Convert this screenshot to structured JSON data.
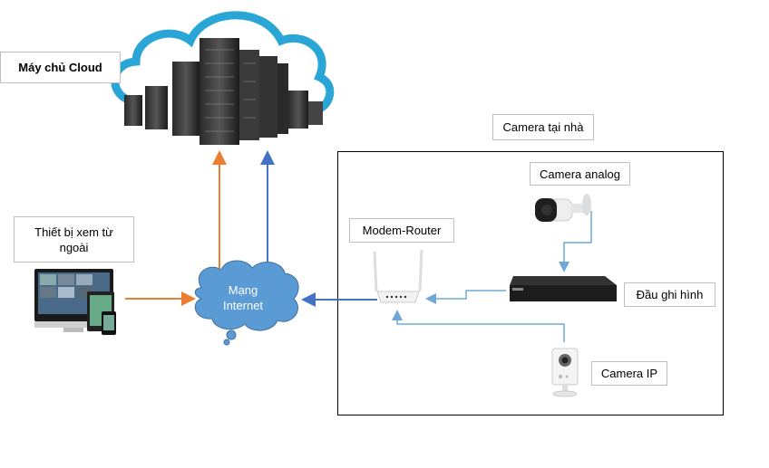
{
  "labels": {
    "cloud_server": "Máy chủ Cloud",
    "remote_device": "Thiết bị xem từ ngoài",
    "home_cameras": "Camera tại nhà",
    "analog_camera": "Camera analog",
    "modem_router": "Modem-Router",
    "dvr": "Đầu ghi hình",
    "ip_camera": "Camera IP",
    "internet_line1": "Mạng",
    "internet_line2": "Internet"
  },
  "colors": {
    "cloud_outline": "#2aa6d6",
    "internet_cloud": "#5b9bd5",
    "orange_arrow": "#ed7d31",
    "blue_arrow": "#4472c4",
    "light_blue_link": "#6fa8d6"
  },
  "connections": [
    {
      "from": "remote_device",
      "to": "internet",
      "color": "orange"
    },
    {
      "from": "internet",
      "to": "cloud_server",
      "color": "orange"
    },
    {
      "from": "internet",
      "to": "cloud_server",
      "color": "blue"
    },
    {
      "from": "modem_router",
      "to": "internet",
      "color": "blue"
    },
    {
      "from": "analog_camera",
      "to": "dvr",
      "color": "light-blue"
    },
    {
      "from": "dvr",
      "to": "modem_router",
      "color": "light-blue"
    },
    {
      "from": "ip_camera",
      "to": "modem_router",
      "color": "light-blue"
    }
  ]
}
